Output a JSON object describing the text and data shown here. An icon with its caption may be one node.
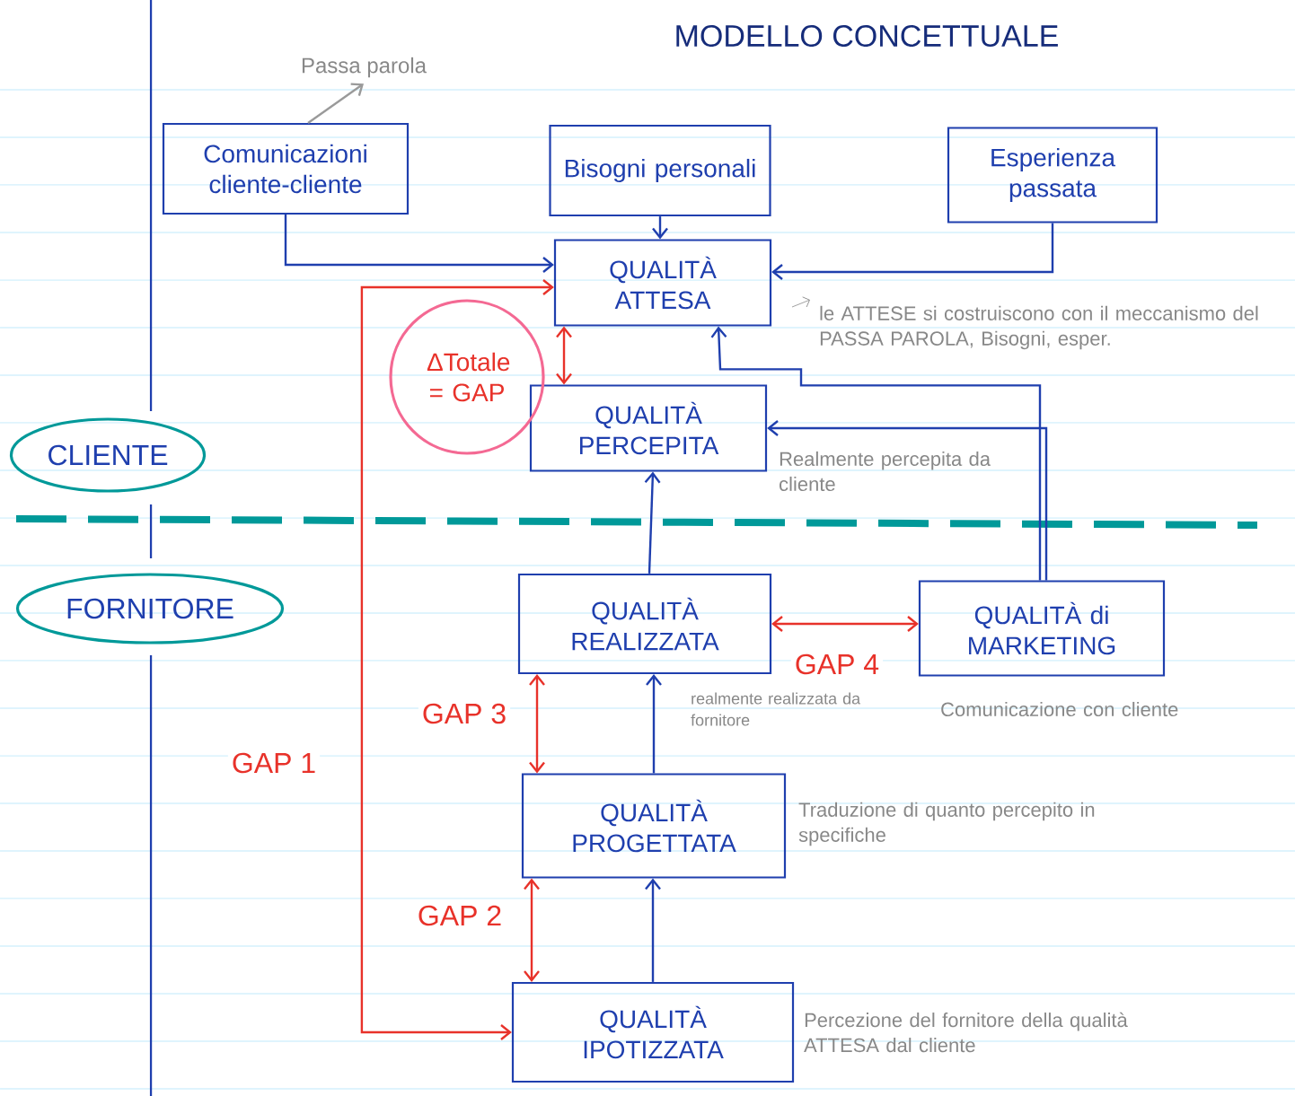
{
  "diagram": {
    "title": "MODELLO CONCETTUALE",
    "nodes": [
      {
        "text": [
          "Comunicazioni cliente-cliente"
        ]
      },
      {
        "text": [
          "Passa parola"
        ]
      },
      {
        "text": [
          "Bisogni personali"
        ]
      },
      {
        "text": [
          "Esperienza passata"
        ]
      },
      {
        "text": [
          "QUALITÀ ATTESA"
        ],
        "beside": [
          "le ATTESE si costruiscono con il meccanismo del PASSA PAROLA, Bisogni, esper."
        ]
      },
      {
        "text": [
          "QUALITÀ PERCEPITA"
        ],
        "beside": [
          "Realmente percepita da cliente"
        ]
      },
      {
        "text": [
          "ΔTotale = GAP"
        ]
      },
      {
        "text": [
          "CLIENTE"
        ]
      },
      {
        "text": [
          "FORNITORE"
        ]
      },
      {
        "text": [
          "QUALITÀ REALIZZATA"
        ],
        "beside": [
          "realmente realizzata da fornitore"
        ]
      },
      {
        "text": [
          "QUALITÀ di MARKETING"
        ],
        "beside": [
          "Comunicazione con cliente"
        ]
      },
      {
        "text": [
          "QUALITÀ PROGETTATA"
        ],
        "beside": [
          "Traduzione di quanto percepito in specifiche"
        ]
      },
      {
        "text": [
          "QUALITÀ IPOTIZZATA"
        ],
        "beside": [
          "Percezione del fornitore della qualità ATTESA dal cliente"
        ]
      }
    ],
    "edges": [
      {
        "from": 0,
        "to": 1,
        "arrow": "to",
        "color": "#9a9a9a"
      },
      {
        "from": 0,
        "to": 4,
        "arrow": "to"
      },
      {
        "from": 2,
        "to": 4,
        "arrow": "to"
      },
      {
        "from": 3,
        "to": 4,
        "arrow": "to"
      },
      {
        "from": 10,
        "to": 4,
        "arrow": "to"
      },
      {
        "from": 10,
        "to": 5,
        "arrow": "to"
      },
      {
        "from": 9,
        "to": 5,
        "arrow": "to"
      },
      {
        "from": 11,
        "to": 9,
        "arrow": "to"
      },
      {
        "from": 12,
        "to": 11,
        "arrow": "to"
      },
      {
        "from": 4,
        "to": 5,
        "arrow": "both",
        "color": "#e8322a"
      },
      {
        "from": 12,
        "to": 4,
        "arrow": "both",
        "color": "#e8322a",
        "label": "GAP 1"
      },
      {
        "from": 9,
        "to": 11,
        "arrow": "both",
        "color": "#e8322a",
        "label": "GAP 3"
      },
      {
        "from": 11,
        "to": 12,
        "arrow": "both",
        "color": "#e8322a",
        "label": "GAP 2"
      },
      {
        "from": 9,
        "to": 10,
        "arrow": "both",
        "color": "#e8322a",
        "label": "GAP 4"
      }
    ]
  }
}
